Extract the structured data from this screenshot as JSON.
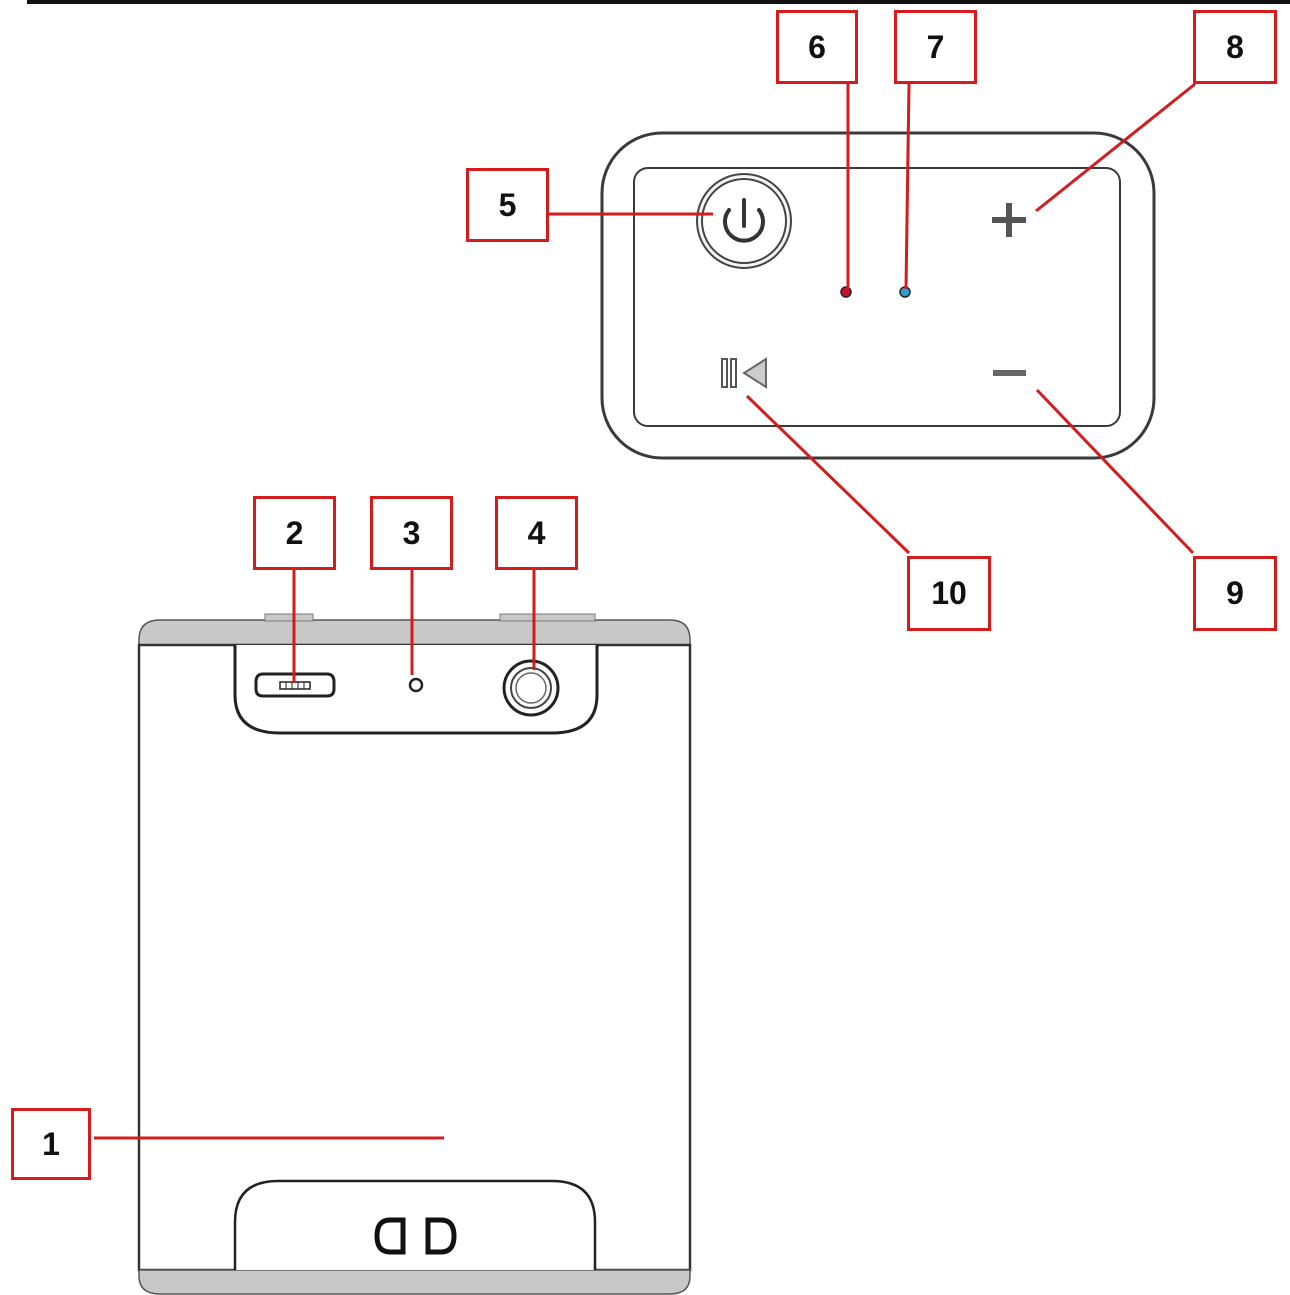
{
  "colors": {
    "callout": "#d51b1b",
    "outline": "#3a3a3a",
    "cap_grey": "#c8c8c8",
    "led_red": "#c8102e",
    "led_blue": "#2a9fd6"
  },
  "icons": {
    "power": "power-icon",
    "plus": "plus-icon",
    "minus": "minus-icon",
    "play_pause": "play-pause-icon",
    "usb_port": "micro-usb-port-icon",
    "reset_hole": "reset-hole-icon",
    "audio_jack": "audio-jack-icon"
  },
  "callouts": [
    {
      "id": "c1",
      "number": "1"
    },
    {
      "id": "c2",
      "number": "2"
    },
    {
      "id": "c3",
      "number": "3"
    },
    {
      "id": "c4",
      "number": "4"
    },
    {
      "id": "c5",
      "number": "5"
    },
    {
      "id": "c6",
      "number": "6"
    },
    {
      "id": "c7",
      "number": "7"
    },
    {
      "id": "c8",
      "number": "8"
    },
    {
      "id": "c9",
      "number": "9"
    },
    {
      "id": "c10",
      "number": "10"
    }
  ]
}
